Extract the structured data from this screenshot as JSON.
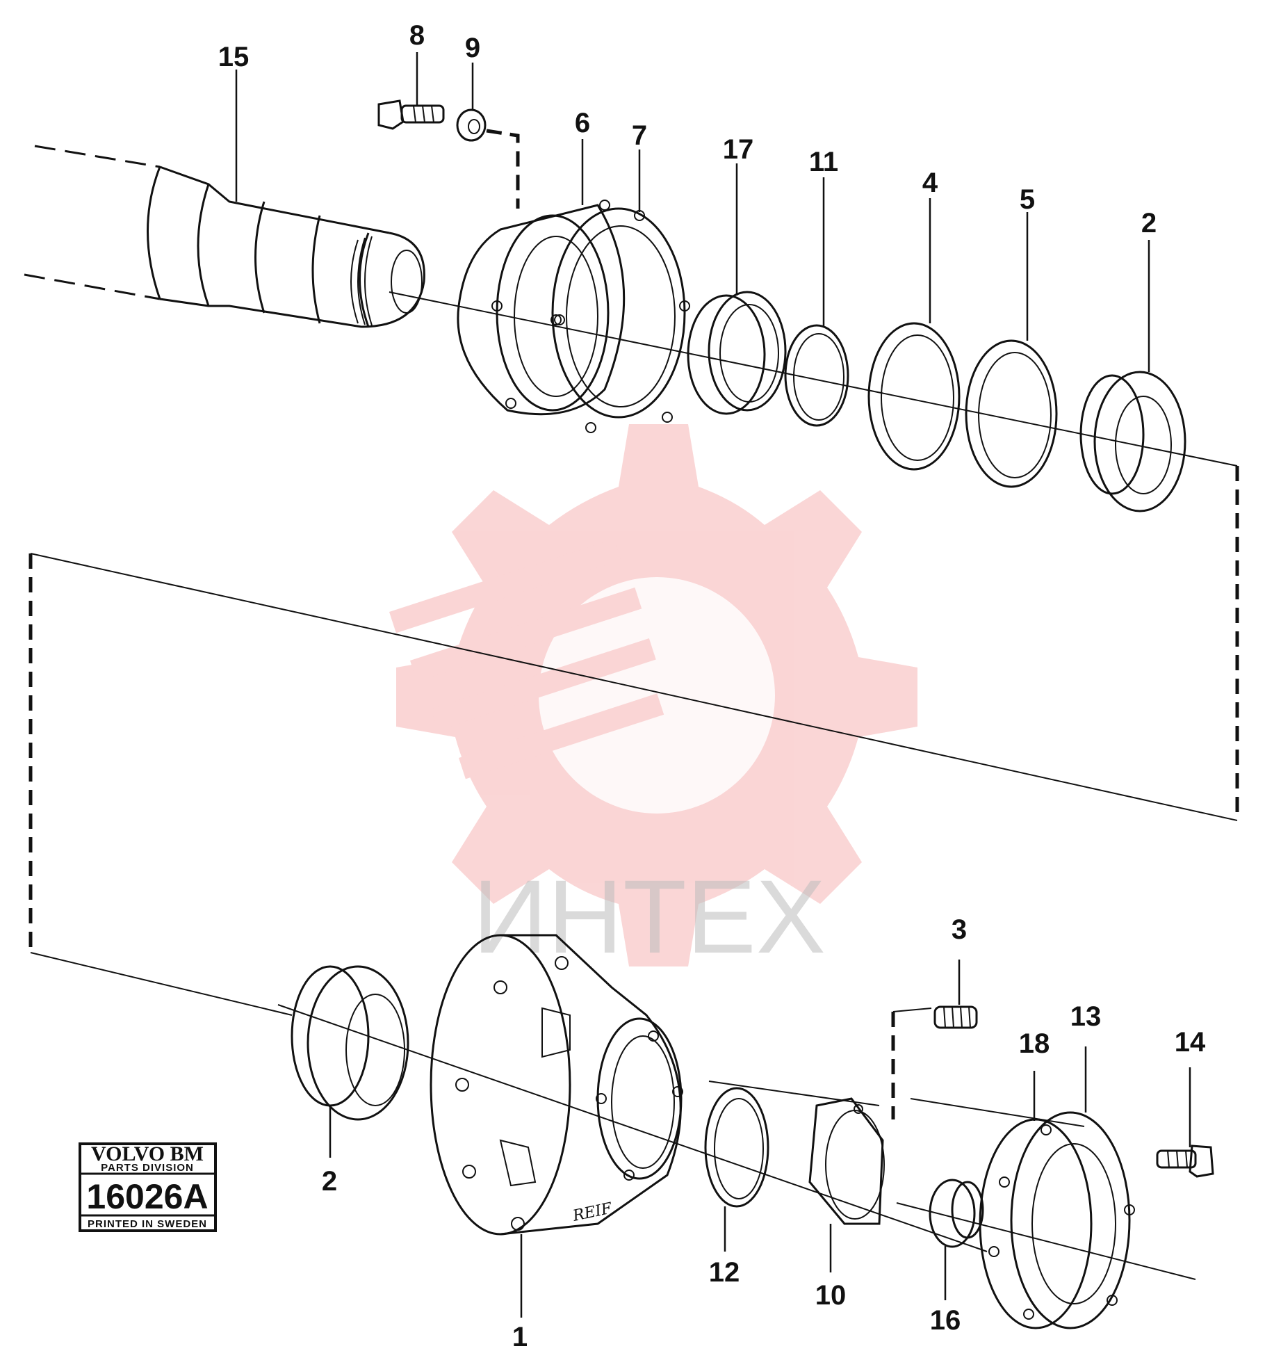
{
  "diagram": {
    "labels": {
      "l1": "1",
      "l2_top": "2",
      "l2_bottom": "2",
      "l3": "3",
      "l4": "4",
      "l5": "5",
      "l6": "6",
      "l7": "7",
      "l8": "8",
      "l9": "9",
      "l10": "10",
      "l11": "11",
      "l12": "12",
      "l13": "13",
      "l14": "14",
      "l15": "15",
      "l16": "16",
      "l17": "17",
      "l18": "18"
    },
    "hub_marking": "REIF"
  },
  "stamp": {
    "brand": "VOLVO BM",
    "division": "PARTS DIVISION",
    "code": "16026A",
    "printed": "PRINTED IN SWEDEN"
  },
  "watermark": {
    "text": "ИНТЕХ",
    "color": "#f4a3a3"
  }
}
